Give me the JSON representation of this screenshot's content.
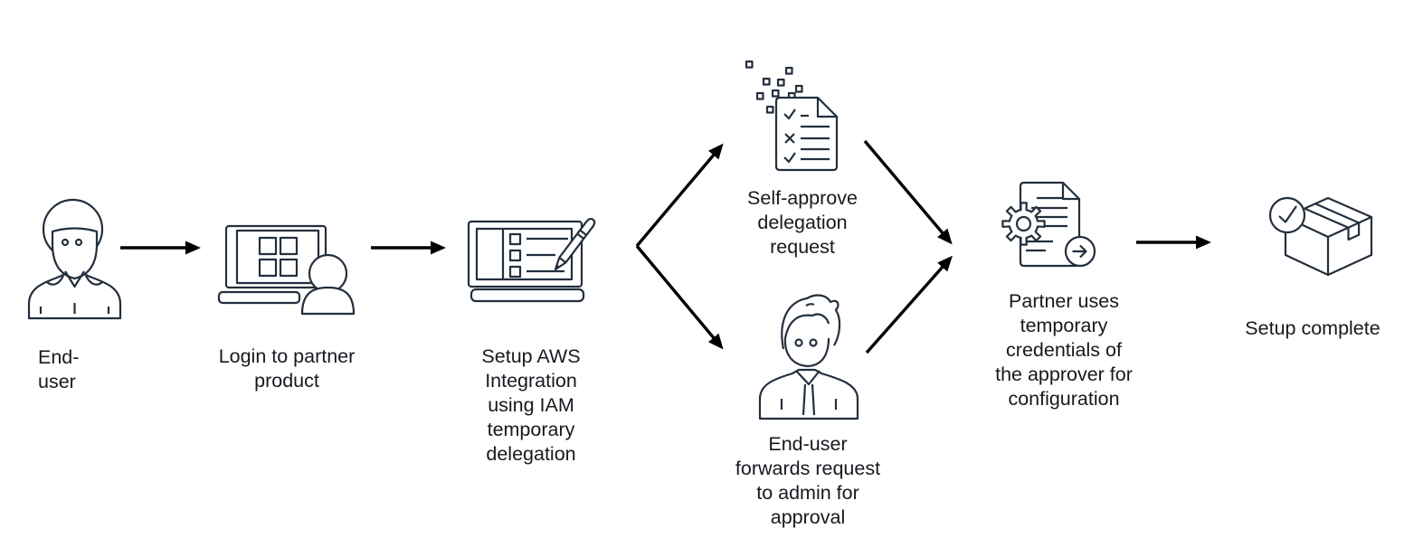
{
  "style": {
    "background": "#ffffff",
    "icon_stroke": "#232f3e",
    "arrow_color": "#000000",
    "text_color": "#16191f"
  },
  "nodes": [
    {
      "id": "end-user",
      "icon": "user-icon",
      "label": "End-\nuser"
    },
    {
      "id": "login-partner-product",
      "icon": "laptop-user-icon",
      "label": "Login to partner\nproduct"
    },
    {
      "id": "setup-aws-integration",
      "icon": "laptop-checklist-pencil-icon",
      "label": "Setup AWS\nIntegration\nusing IAM\ntemporary\ndelegation"
    },
    {
      "id": "self-approve-delegation-request",
      "icon": "document-checklist-pixels-icon",
      "label": "Self-approve\ndelegation\nrequest"
    },
    {
      "id": "end-user-forwards-request",
      "icon": "admin-user-icon",
      "label": "End-user\nforwards request\nto admin for\napproval"
    },
    {
      "id": "partner-uses-temporary-credentials",
      "icon": "document-gear-arrow-icon",
      "label": "Partner uses\ntemporary\ncredentials of\nthe approver for\nconfiguration"
    },
    {
      "id": "setup-complete",
      "icon": "package-check-icon",
      "label": "Setup complete"
    }
  ],
  "connections": [
    {
      "from": "end-user",
      "to": "login-partner-product"
    },
    {
      "from": "login-partner-product",
      "to": "setup-aws-integration"
    },
    {
      "from": "setup-aws-integration",
      "to": "self-approve-delegation-request"
    },
    {
      "from": "setup-aws-integration",
      "to": "end-user-forwards-request"
    },
    {
      "from": "self-approve-delegation-request",
      "to": "partner-uses-temporary-credentials"
    },
    {
      "from": "end-user-forwards-request",
      "to": "partner-uses-temporary-credentials"
    },
    {
      "from": "partner-uses-temporary-credentials",
      "to": "setup-complete"
    }
  ]
}
